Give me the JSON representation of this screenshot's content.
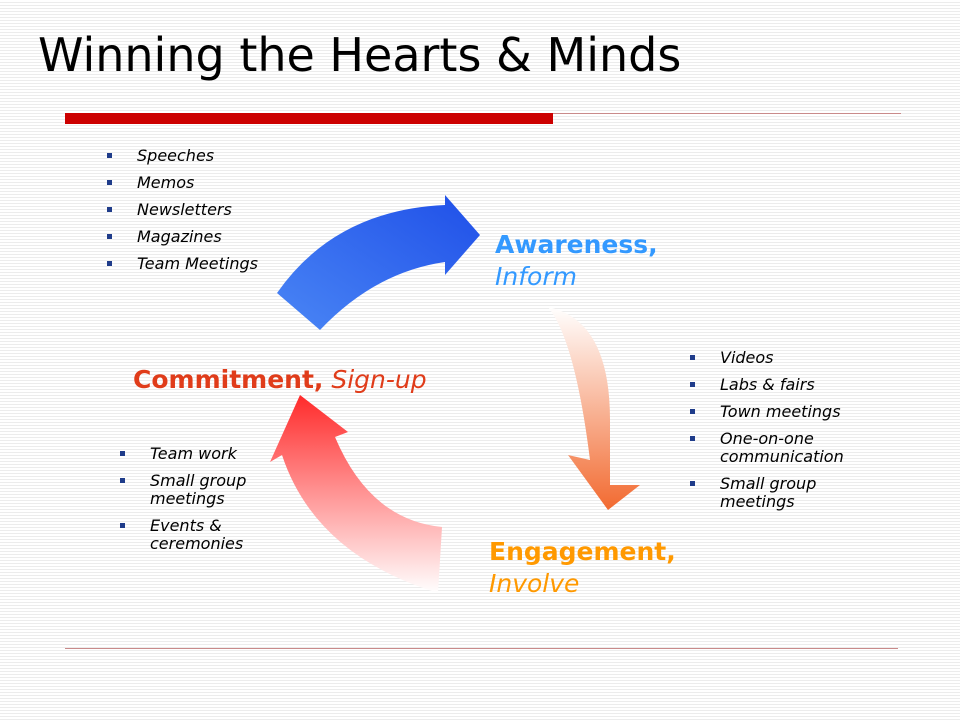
{
  "slide": {
    "title": "Winning the Hearts & Minds"
  },
  "stages": {
    "awareness": {
      "bold": "Awareness,",
      "italic": "Inform",
      "color": "#3399ff"
    },
    "engagement": {
      "bold": "Engagement,",
      "italic": "Involve",
      "color": "#ff9900"
    },
    "commitment": {
      "bold": "Commitment,",
      "italic": "Sign-up",
      "color": "#e03c1a"
    }
  },
  "lists": {
    "inform": [
      "Speeches",
      "Memos",
      "Newsletters",
      "Magazines",
      "Team Meetings"
    ],
    "involve": [
      "Videos",
      "Labs & fairs",
      "Town meetings",
      "One-on-one communication",
      "Small group meetings"
    ],
    "commit": [
      "Team work",
      "Small group meetings",
      "Events & ceremonies"
    ]
  },
  "colors": {
    "arrow_blue": "#1f4fe8",
    "arrow_orange": "#f26a30",
    "arrow_red": "#ff2a2a",
    "accent_bar": "#cc0000",
    "bullet": "#1f3c8a"
  }
}
